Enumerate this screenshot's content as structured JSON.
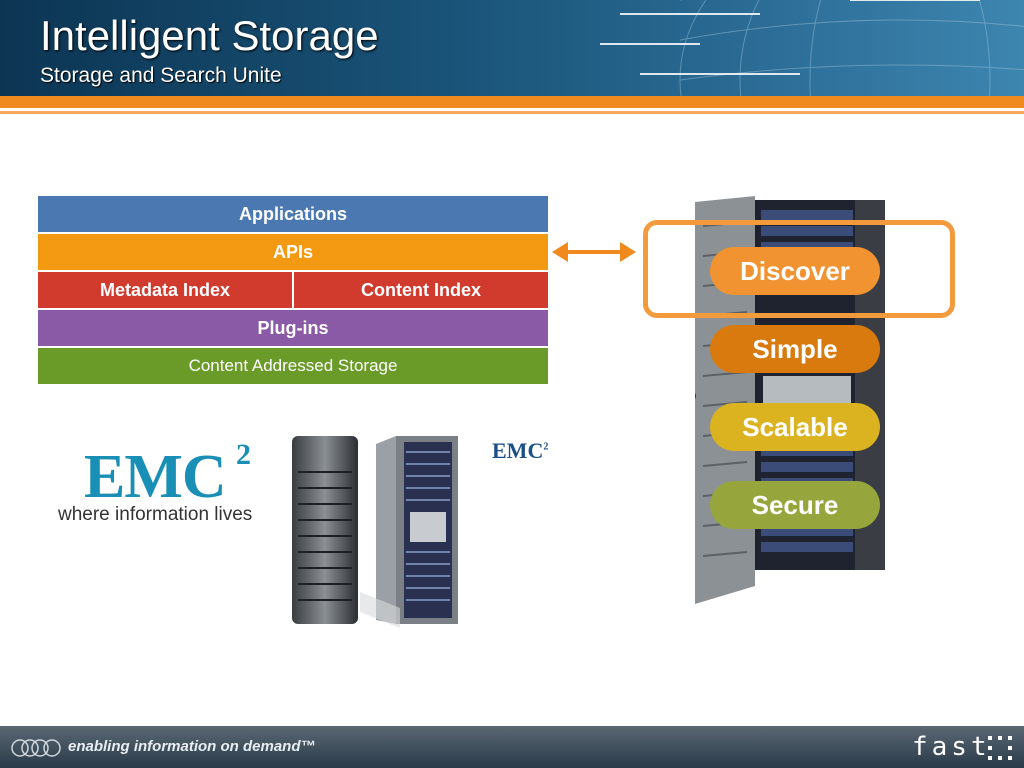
{
  "header": {
    "title": "Intelligent Storage",
    "subtitle": "Storage and Search Unite"
  },
  "stack": {
    "applications": "Applications",
    "apis": "APIs",
    "metadata_index": "Metadata Index",
    "content_index": "Content Index",
    "plugins": "Plug-ins",
    "cas": "Content Addressed Storage"
  },
  "emc": {
    "wordmark": "EMC",
    "superscript": "2",
    "tagline": "where information lives",
    "small_wordmark": "EMC"
  },
  "features": {
    "discover": "Discover",
    "simple": "Simple",
    "scalable": "Scalable",
    "secure": "Secure"
  },
  "footer": {
    "tagline": "enabling information on demand™",
    "brand": "fast"
  },
  "colors": {
    "orange": "#f08a1e",
    "applications": "#4b78b0",
    "apis": "#f39a12",
    "index": "#d03b2e",
    "plugins": "#8a5aa6",
    "cas": "#6a9b29"
  }
}
